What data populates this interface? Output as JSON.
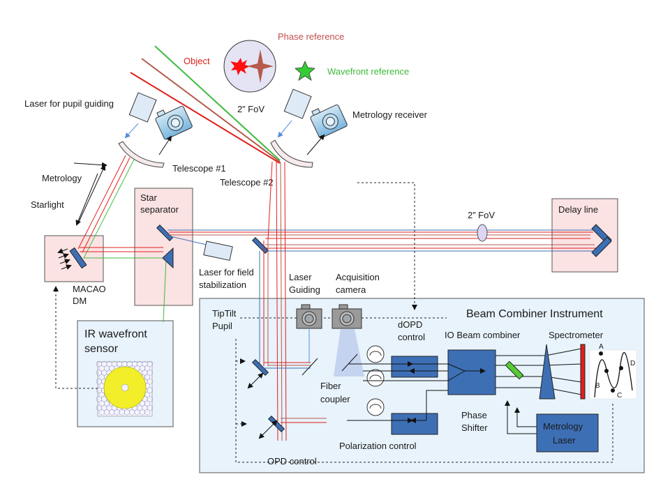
{
  "labels": {
    "phase_reference": "Phase reference",
    "object": "Object",
    "wavefront_reference": "Wavefront reference",
    "fov_sky": "2” FoV",
    "laser_pupil_1": "Laser for pupil guiding",
    "metrology_receiver": "Metrology receiver",
    "telescope1": "Telescope #1",
    "telescope2": "Telescope #2",
    "metrology": "Metrology",
    "starlight": "Starlight",
    "star_sep_1": "Star",
    "star_sep_2": "separator",
    "fov_beam": "2” FoV",
    "delay_line": "Delay line",
    "laser_field_1": "Laser for field",
    "laser_field_2": "stabilization",
    "macao_1": "MACAO",
    "macao_2": "DM",
    "ir_wfs_1": "IR wavefront",
    "ir_wfs_2": "sensor",
    "laser_guiding_1": "Laser",
    "laser_guiding_2": "Guiding",
    "acq_cam_1": "Acquisition",
    "acq_cam_2": "camera",
    "bci": "Beam Combiner Instrument",
    "tiptilt_1": "TipTilt",
    "tiptilt_2": "Pupil",
    "dopd_1": "dOPD",
    "dopd_2": "control",
    "io_bc": "IO Beam combiner",
    "spectrometer": "Spectrometer",
    "fiber_1": "Fiber",
    "fiber_2": "coupler",
    "phase_1": "Phase",
    "phase_2": "Shifter",
    "metrology_laser_1": "Metrology",
    "metrology_laser_2": "Laser",
    "polarization": "Polarization control",
    "opd": "OPD control",
    "fringe_a": "A",
    "fringe_b": "B",
    "fringe_c": "C",
    "fringe_d": "D"
  },
  "colors": {
    "red": "#e0201c",
    "brown": "#b55a4c",
    "green": "#3dbb3d",
    "blue_box": "#3d6fb5",
    "pink": "#fbe2e3",
    "light_blue": "#e8f3fb"
  }
}
